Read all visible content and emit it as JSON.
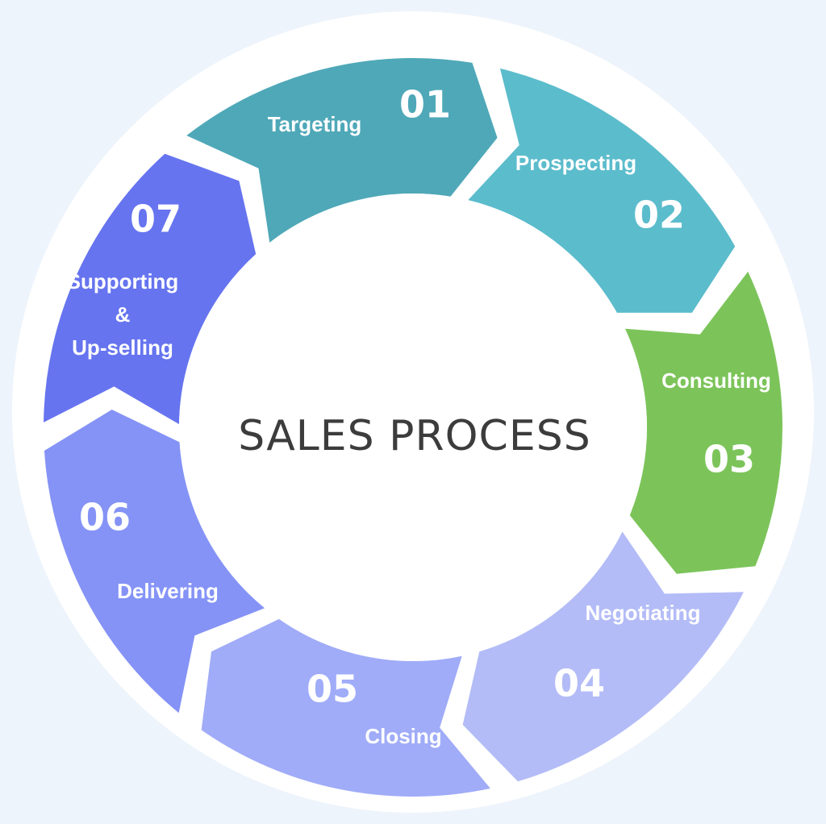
{
  "diagram": {
    "center_title": "SALES PROCESS",
    "steps": [
      {
        "number": "01",
        "label_lines": [
          "Targeting"
        ],
        "color": "#4fa8b8"
      },
      {
        "number": "02",
        "label_lines": [
          "Prospecting"
        ],
        "color": "#5bbccc"
      },
      {
        "number": "03",
        "label_lines": [
          "Consulting"
        ],
        "color": "#7cc45a"
      },
      {
        "number": "04",
        "label_lines": [
          "Negotiating"
        ],
        "color": "#b3bcf7"
      },
      {
        "number": "05",
        "label_lines": [
          "Closing"
        ],
        "color": "#a0acf8"
      },
      {
        "number": "06",
        "label_lines": [
          "Delivering"
        ],
        "color": "#8593f6"
      },
      {
        "number": "07",
        "label_lines": [
          "Supporting",
          "&",
          "Up-selling"
        ],
        "color": "#6674ef"
      }
    ],
    "colors": {
      "background": "#eef4fb",
      "outer_ring": "#ffffff",
      "center_disc": "#ffffff",
      "center_text": "#3c3c3c"
    }
  }
}
